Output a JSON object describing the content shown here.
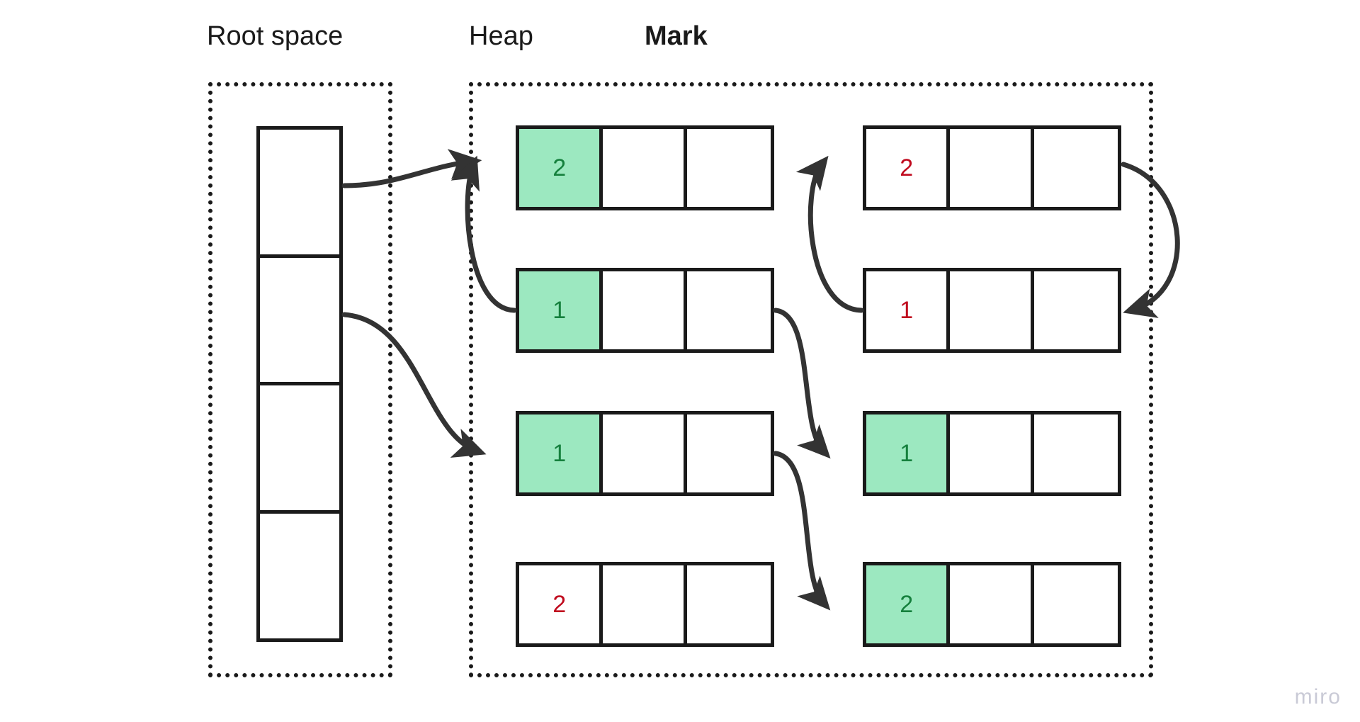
{
  "diagram": {
    "title": "Mark",
    "watermark": "miro",
    "colors": {
      "marked_fill": "#9ce8c0",
      "marked_text": "#15803d",
      "unmarked_text": "#c00a1e",
      "stroke": "#1a1a1a",
      "arrow": "#333333",
      "background": "#ffffff"
    },
    "labels": {
      "root_space": "Root space",
      "heap": "Heap",
      "phase": "Mark"
    },
    "regions": [
      {
        "name": "root-space-region",
        "label": "Root space"
      },
      {
        "name": "heap-region",
        "label": "Heap"
      }
    ],
    "root_stack": {
      "name": "root-space-stack",
      "cells": [
        {
          "index": 0,
          "value": ""
        },
        {
          "index": 1,
          "value": ""
        },
        {
          "index": 2,
          "value": ""
        },
        {
          "index": 3,
          "value": ""
        }
      ]
    },
    "heap_objects": [
      {
        "id": "obj-left-1",
        "column": "left",
        "row": 1,
        "marked": true,
        "refcount": "2",
        "refcount_color": "green",
        "cells": [
          "2",
          "",
          ""
        ]
      },
      {
        "id": "obj-left-2",
        "column": "left",
        "row": 2,
        "marked": true,
        "refcount": "1",
        "refcount_color": "green",
        "cells": [
          "1",
          "",
          ""
        ]
      },
      {
        "id": "obj-left-3",
        "column": "left",
        "row": 3,
        "marked": true,
        "refcount": "1",
        "refcount_color": "green",
        "cells": [
          "1",
          "",
          ""
        ]
      },
      {
        "id": "obj-left-4",
        "column": "left",
        "row": 4,
        "marked": false,
        "refcount": "2",
        "refcount_color": "red",
        "cells": [
          "2",
          "",
          ""
        ]
      },
      {
        "id": "obj-right-1",
        "column": "right",
        "row": 1,
        "marked": false,
        "refcount": "2",
        "refcount_color": "red",
        "cells": [
          "2",
          "",
          ""
        ]
      },
      {
        "id": "obj-right-2",
        "column": "right",
        "row": 2,
        "marked": false,
        "refcount": "1",
        "refcount_color": "red",
        "cells": [
          "1",
          "",
          ""
        ]
      },
      {
        "id": "obj-right-3",
        "column": "right",
        "row": 3,
        "marked": true,
        "refcount": "1",
        "refcount_color": "green",
        "cells": [
          "1",
          "",
          ""
        ]
      },
      {
        "id": "obj-right-4",
        "column": "right",
        "row": 4,
        "marked": true,
        "refcount": "2",
        "refcount_color": "green",
        "cells": [
          "2",
          "",
          ""
        ]
      }
    ],
    "edges": [
      {
        "name": "edge-root0-to-left1",
        "from": "root-cell-0",
        "to": "obj-left-1"
      },
      {
        "name": "edge-root1-to-left3",
        "from": "root-cell-1",
        "to": "obj-left-3"
      },
      {
        "name": "edge-left2-to-left1",
        "from": "obj-left-2",
        "to": "obj-left-1"
      },
      {
        "name": "edge-left2-to-right3",
        "from": "obj-left-2",
        "to": "obj-right-3"
      },
      {
        "name": "edge-left3-to-right4",
        "from": "obj-left-3",
        "to": "obj-right-4"
      },
      {
        "name": "edge-right2-to-right1",
        "from": "obj-right-2",
        "to": "obj-right-1"
      },
      {
        "name": "edge-right1-to-right2",
        "from": "obj-right-1",
        "to": "obj-right-2"
      }
    ]
  }
}
